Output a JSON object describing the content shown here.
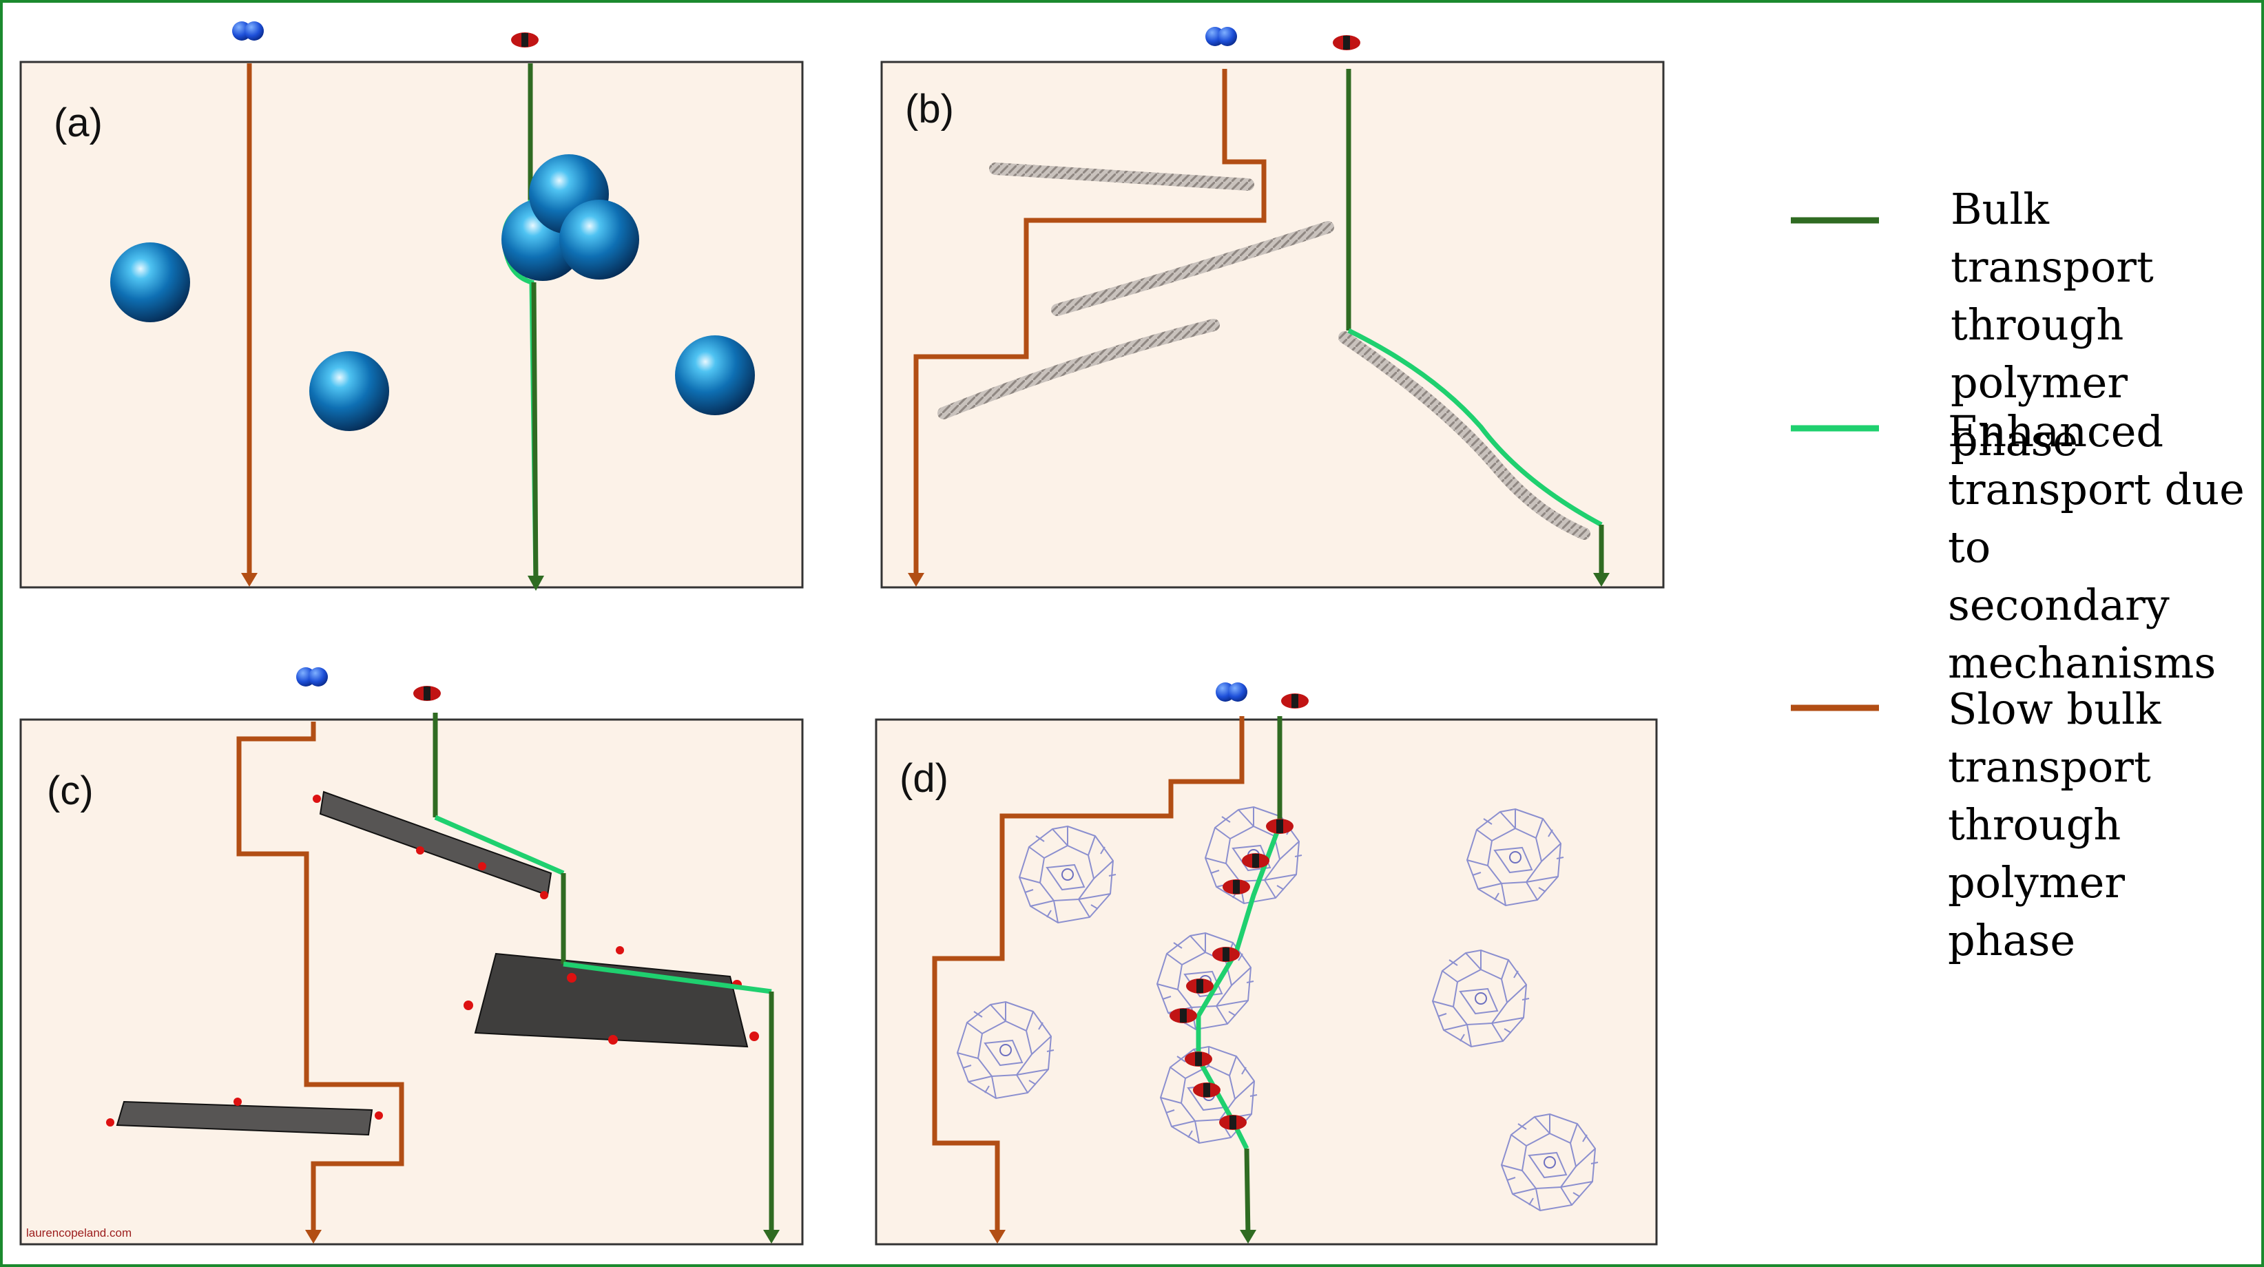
{
  "panels": [
    {
      "id": "a",
      "label": "(a)"
    },
    {
      "id": "b",
      "label": "(b)"
    },
    {
      "id": "c",
      "label": "(c)"
    },
    {
      "id": "d",
      "label": "(d)"
    }
  ],
  "legend": [
    {
      "text": "Bulk transport\nthrough\npolymer phase",
      "color": "#2f6b22"
    },
    {
      "text": "Enhanced\ntransport due to\nsecondary\nmechanisms",
      "color": "#1fd06f"
    },
    {
      "text": "Slow bulk\ntransport\nthrough\npolymer phase",
      "color": "#b24e14"
    }
  ],
  "watermark": "laurencopeland.com",
  "colors": {
    "panel_fill": "#fcf2e8",
    "bulk_path": "#2f6b22",
    "enhanced_path": "#1fd06f",
    "slow_path": "#b24e14",
    "sphere": "#1a8ac7",
    "co2_red": "#b51111"
  }
}
